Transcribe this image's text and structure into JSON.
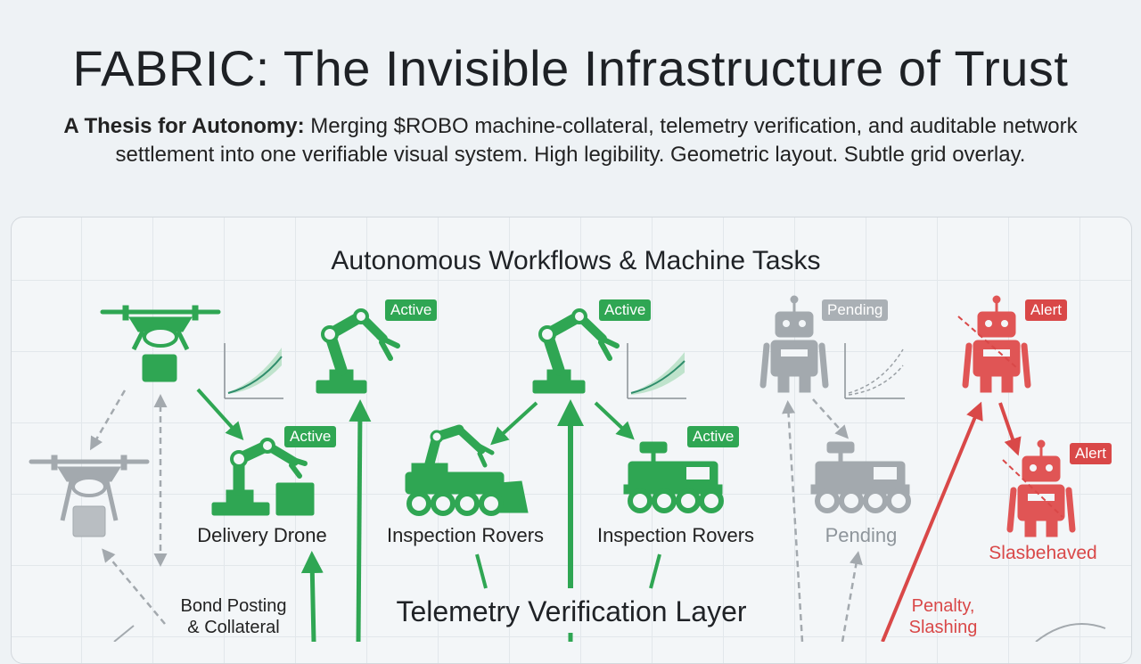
{
  "header": {
    "title": "FABRIC: The Invisible Infrastructure of Trust",
    "subtitle_lead": "A Thesis for Autonomy:",
    "subtitle_rest": " Merging $ROBO machine-collateral, telemetry verification, and auditable network settlement into one verifiable visual system. High legibility. Geometric layout. Subtle grid overlay."
  },
  "diagram": {
    "section_title": "Autonomous Workflows & Machine Tasks",
    "layer_title": "Telemetry Verification Layer",
    "badges": {
      "active_1": "Active",
      "active_2": "Active",
      "active_3": "Active",
      "active_4": "Active",
      "pending": "Pending",
      "alert_1": "Alert",
      "alert_2": "Alert"
    },
    "labels": {
      "delivery_drone": "Delivery Drone",
      "inspection_rovers_1": "Inspection Rovers",
      "inspection_rovers_2": "Inspection Rovers",
      "pending": "Pending",
      "misbehaved": "Slasbehaved",
      "bond_line1": "Bond Posting",
      "bond_line2": "& Collateral",
      "penalty_line1": "Penalty,",
      "penalty_line2": "Slashing"
    },
    "colors": {
      "green": "#2fa653",
      "grey": "#a3a9ae",
      "red": "#d94848"
    }
  }
}
